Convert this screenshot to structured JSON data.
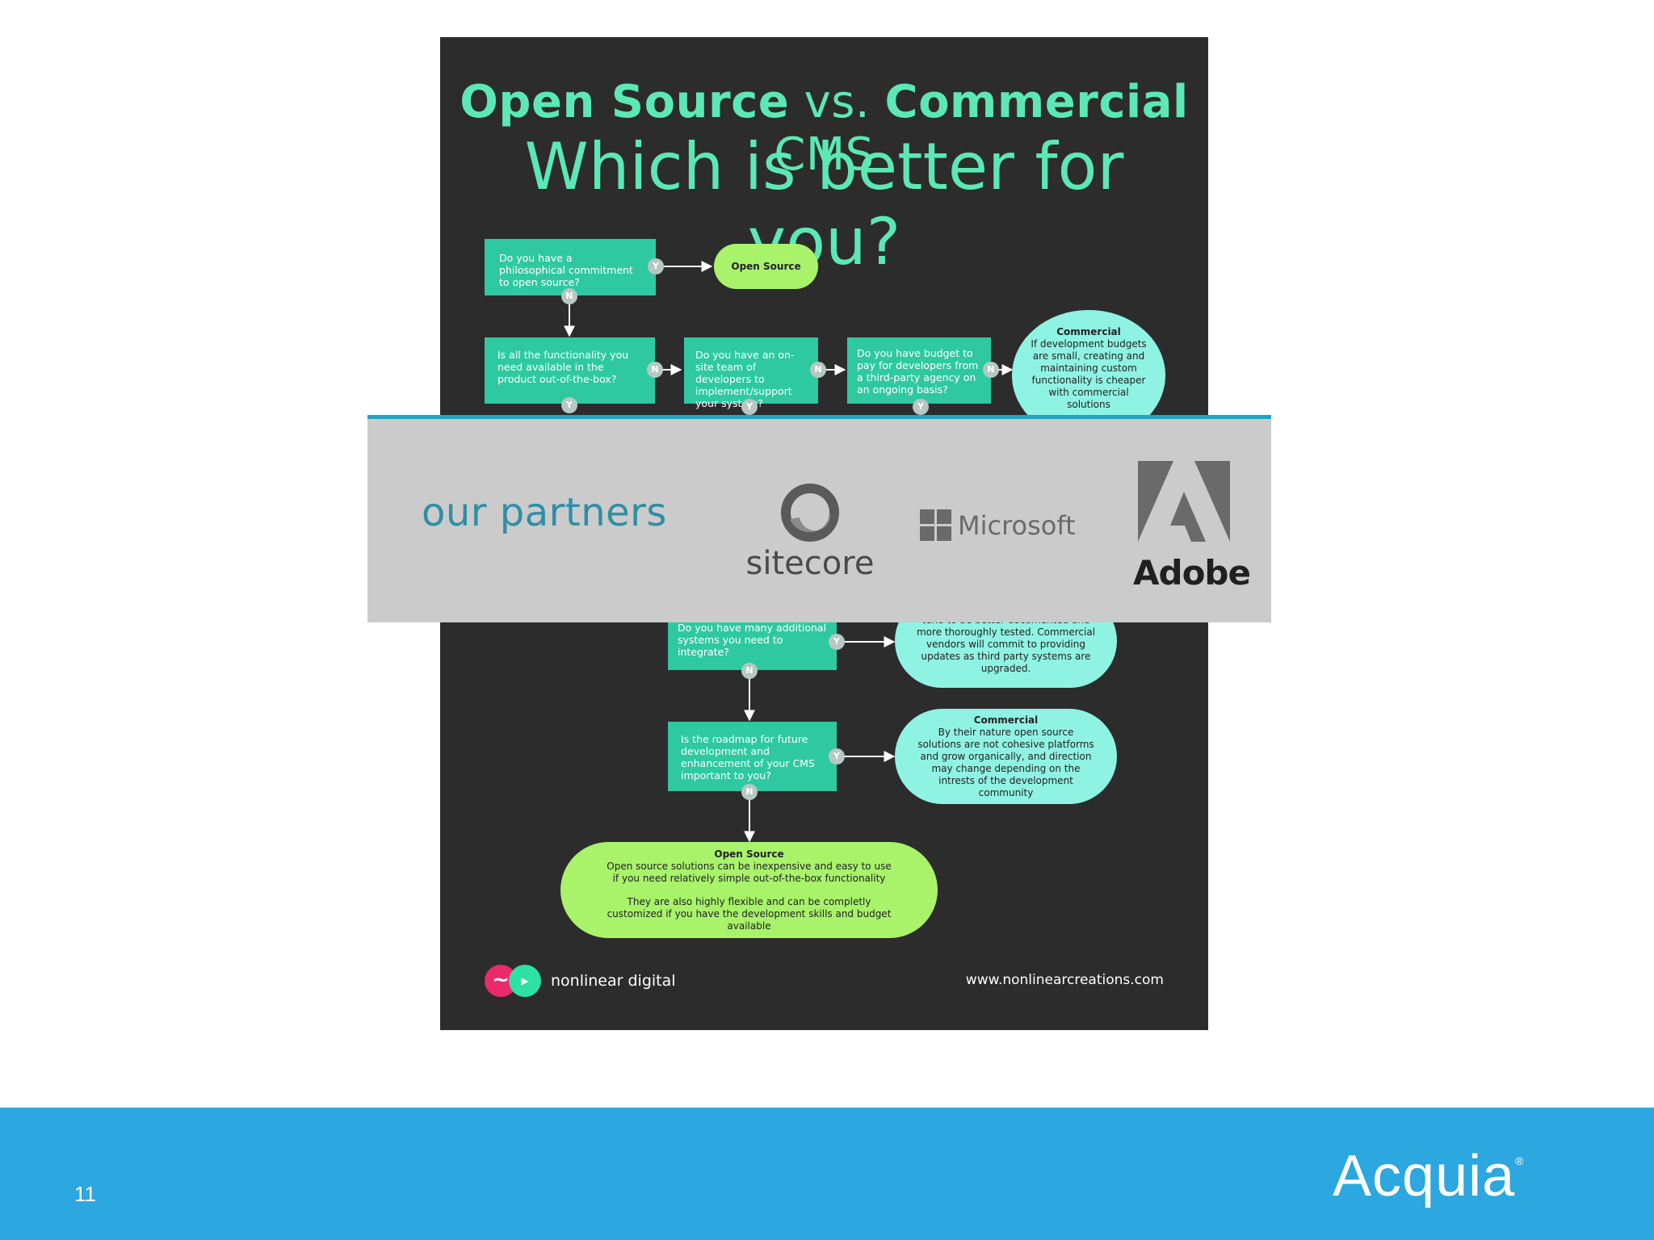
{
  "slide": {
    "page_number": "11"
  },
  "poster": {
    "title_line1": {
      "part1": "Open Source",
      "part2": " vs. ",
      "part3": "Commercial",
      "part4": " CMS"
    },
    "title_line2": "Which is better for you?",
    "questions": {
      "q1": "Do you have a philosophical commitment to open source?",
      "q2": "Is all the functionality you need available in the product out-of-the-box?",
      "q3": "Do you have an on-site team of developers to implement/support your system?",
      "q4": "Do you have budget to pay for developers from a third-party agency on an ongoing basis?",
      "q5": "Do you have many additional systems you need to integrate?",
      "q6": "Is the roadmap for future development and enhancement of your CMS important to you?"
    },
    "outcomes": {
      "open_source_top": "Open Source",
      "commercial_budget": {
        "title": "Commercial",
        "body": "If development budgets are small, creating and maintaining custom functionality is cheaper with commercial solutions"
      },
      "commercial_integrate": {
        "body": "Commercial APIs and web services tend to be better documented and more thoroughly tested. Commercial vendors will commit to providing updates as third party systems are upgraded."
      },
      "commercial_roadmap": {
        "title": "Commercial",
        "body": "By their nature open source solutions are not cohesive platforms and grow organically, and direction may change depending on the intrests of the development community"
      },
      "open_source_final": {
        "title": "Open Source",
        "body1": "Open source solutions can be inexpensive and easy to use if you need relatively simple out-of-the-box functionality",
        "body2": "They are also highly flexible and can be completly customized if you have the development skills and budget available"
      }
    },
    "badges": {
      "yes": "Y",
      "no": "N"
    },
    "brand": "nonlinear digital",
    "url": "www.nonlinearcreations.com"
  },
  "partners": {
    "title": "our partners",
    "logos": {
      "sitecore": "sitecore",
      "microsoft": "Microsoft",
      "adobe": "Adobe"
    }
  },
  "footer": {
    "brand": "Acquia"
  },
  "colors": {
    "poster_bg": "#2c2c2c",
    "title_mint": "#5ce8b4",
    "question_box": "#2ec9a0",
    "pill_green": "#a8f36a",
    "pill_aqua": "#8ff3e3",
    "badge": "#b7c7c2",
    "partners_bg": "#cbcbcb",
    "partners_accent": "#21a3c0",
    "footer_blue": "#2ca7df",
    "logo_pink": "#ea2a6a",
    "logo_green": "#2ee0a4"
  }
}
